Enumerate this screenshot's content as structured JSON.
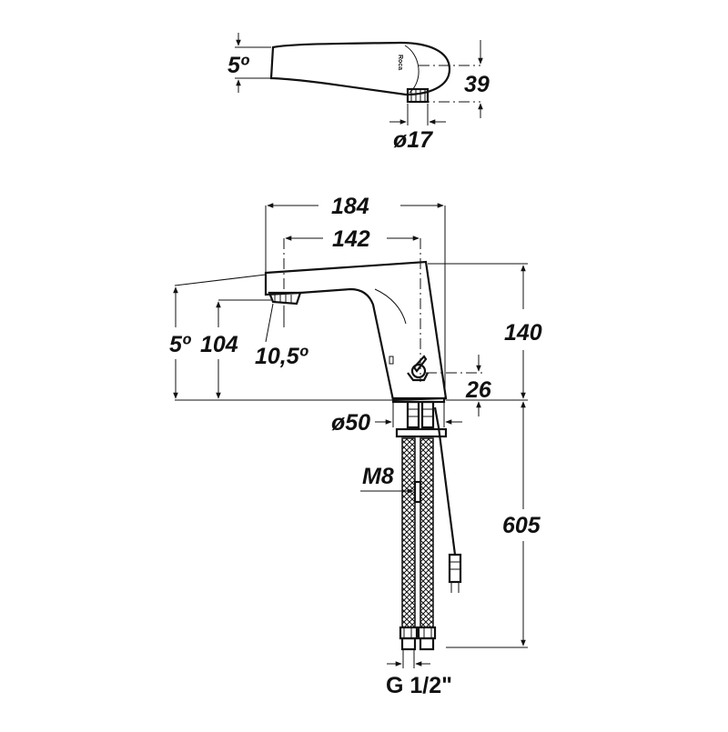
{
  "colors": {
    "ink": "#111111",
    "paper": "#ffffff"
  },
  "top_view": {
    "angle_label": "5º",
    "height_label": "39",
    "outlet_diameter_label": "ø17",
    "logo_text": "Roca"
  },
  "side_view": {
    "overall_reach_label": "184",
    "spout_reach_label": "142",
    "height_label": "140",
    "outlet_height_label": "104",
    "angle_label": "5º",
    "outlet_angle_label": "10,5º",
    "sensor_height_label": "26",
    "base_diameter_label": "ø50",
    "stud_label": "M8",
    "hose_length_label": "605",
    "thread_label": "G 1/2\""
  }
}
